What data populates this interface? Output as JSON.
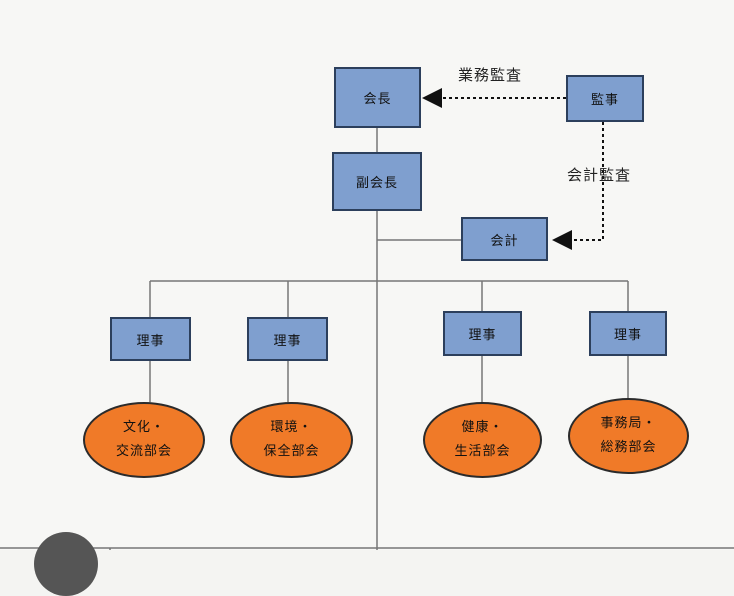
{
  "chairman": "会長",
  "vice_chairman": "副会長",
  "auditor": "監事",
  "treasurer": "会計",
  "business_audit_label": "業務監査",
  "accounting_audit_label": "会計監査",
  "directors": [
    "理事",
    "理事",
    "理事",
    "理事"
  ],
  "departments": [
    {
      "line1": "文化・",
      "line2": "交流部会"
    },
    {
      "line1": "環境・",
      "line2": "保全部会"
    },
    {
      "line1": "健康・",
      "line2": "生活部会"
    },
    {
      "line1": "事務局・",
      "line2": "総務部会"
    }
  ],
  "colors": {
    "box_fill": "#7f9fcf",
    "box_border": "#2c3f5c",
    "ellipse_fill": "#f07a28"
  }
}
